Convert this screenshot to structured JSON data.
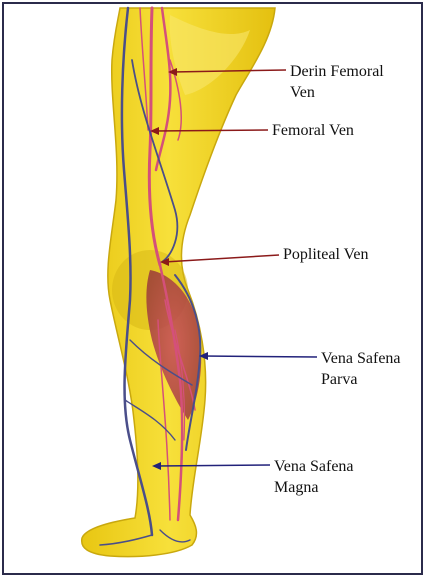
{
  "labels": {
    "derin_femoral": "Derin Femoral\nVen",
    "femoral": "Femoral Ven",
    "popliteal": "Popliteal Ven",
    "safena_parva": "Vena Safena\nParva",
    "safena_magna": "Vena Safena\nMagna"
  },
  "colors": {
    "skin": "#f2d21a",
    "skin_dark": "#c9a80e",
    "deep_vein": "#d4507a",
    "superficial_vein": "#4a4e8a",
    "arrow_red": "#8b1a1a",
    "arrow_blue": "#22227a",
    "border": "#2b2b4b"
  }
}
